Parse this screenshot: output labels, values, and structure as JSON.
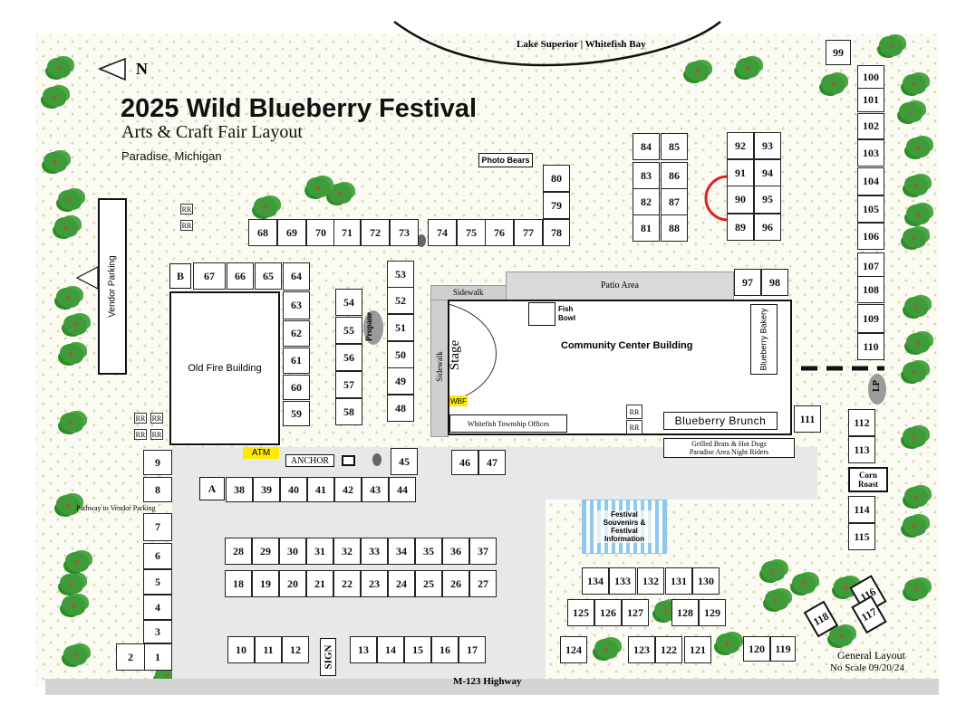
{
  "title": "2025  Wild Blueberry Festival",
  "subtitle": "Arts & Craft Fair Layout",
  "location": "Paradise, Michigan",
  "north_label": "N",
  "lake_label": "Lake Superior | Whitefish Bay",
  "highway_label": "M-123 Highway",
  "general_layout": "General Layout",
  "scale_note": "No Scale 09/20/24",
  "labels": {
    "vendor_parking": "Vendor Parking",
    "pathway": "Pathway to Vendor Parking",
    "old_fire_building": "Old Fire Building",
    "community_center": "Community Center Building",
    "patio": "Patio Area",
    "sidewalk_top": "Sidewalk",
    "sidewalk_side": "Sidewalk",
    "stage": "Stage",
    "photo_bears": "Photo Bears",
    "fish_bowl": "Fish Bowl",
    "blueberry_bakery": "Blueberry Bakery",
    "blueberry_brunch": "Blueberry Brunch",
    "township_offices": "Whitefish Township Offices",
    "brats": "Grilled Brats & Hot Dogs",
    "night_riders": "Paradise Area Night Riders",
    "souvenirs": "Festival Souvenirs & Festival Information",
    "corn_roast": "Corn Roast",
    "propane": "Propane",
    "lp": "LP",
    "atm": "ATM",
    "anchor": "ANCHOR",
    "wbf": "WBF",
    "sign": "SIGN",
    "rr": "RR"
  },
  "colors": {
    "tree": "#3f9a3a",
    "highlight": "#e02020",
    "yellow": "#ffeb00",
    "souvenir_stripe": "#8ec8ec"
  },
  "highlighted_booth": "90",
  "booths": [
    "A",
    "B",
    "1",
    "2",
    "3",
    "4",
    "5",
    "6",
    "7",
    "8",
    "9",
    "10",
    "11",
    "12",
    "13",
    "14",
    "15",
    "16",
    "17",
    "18",
    "19",
    "20",
    "21",
    "22",
    "23",
    "24",
    "25",
    "26",
    "27",
    "28",
    "29",
    "30",
    "31",
    "32",
    "33",
    "34",
    "35",
    "36",
    "37",
    "38",
    "39",
    "40",
    "41",
    "42",
    "43",
    "44",
    "45",
    "46",
    "47",
    "48",
    "49",
    "50",
    "51",
    "52",
    "53",
    "54",
    "55",
    "56",
    "57",
    "58",
    "59",
    "60",
    "61",
    "62",
    "63",
    "64",
    "65",
    "66",
    "67",
    "68",
    "69",
    "70",
    "71",
    "72",
    "73",
    "74",
    "75",
    "76",
    "77",
    "78",
    "79",
    "80",
    "81",
    "82",
    "83",
    "84",
    "85",
    "86",
    "87",
    "88",
    "89",
    "90",
    "91",
    "92",
    "93",
    "94",
    "95",
    "96",
    "97",
    "98",
    "99",
    "100",
    "101",
    "102",
    "103",
    "104",
    "105",
    "106",
    "107",
    "108",
    "109",
    "110",
    "111",
    "112",
    "113",
    "114",
    "115",
    "116",
    "117",
    "118",
    "119",
    "120",
    "121",
    "122",
    "123",
    "124",
    "125",
    "126",
    "127",
    "128",
    "129",
    "130",
    "131",
    "132",
    "133",
    "134"
  ]
}
